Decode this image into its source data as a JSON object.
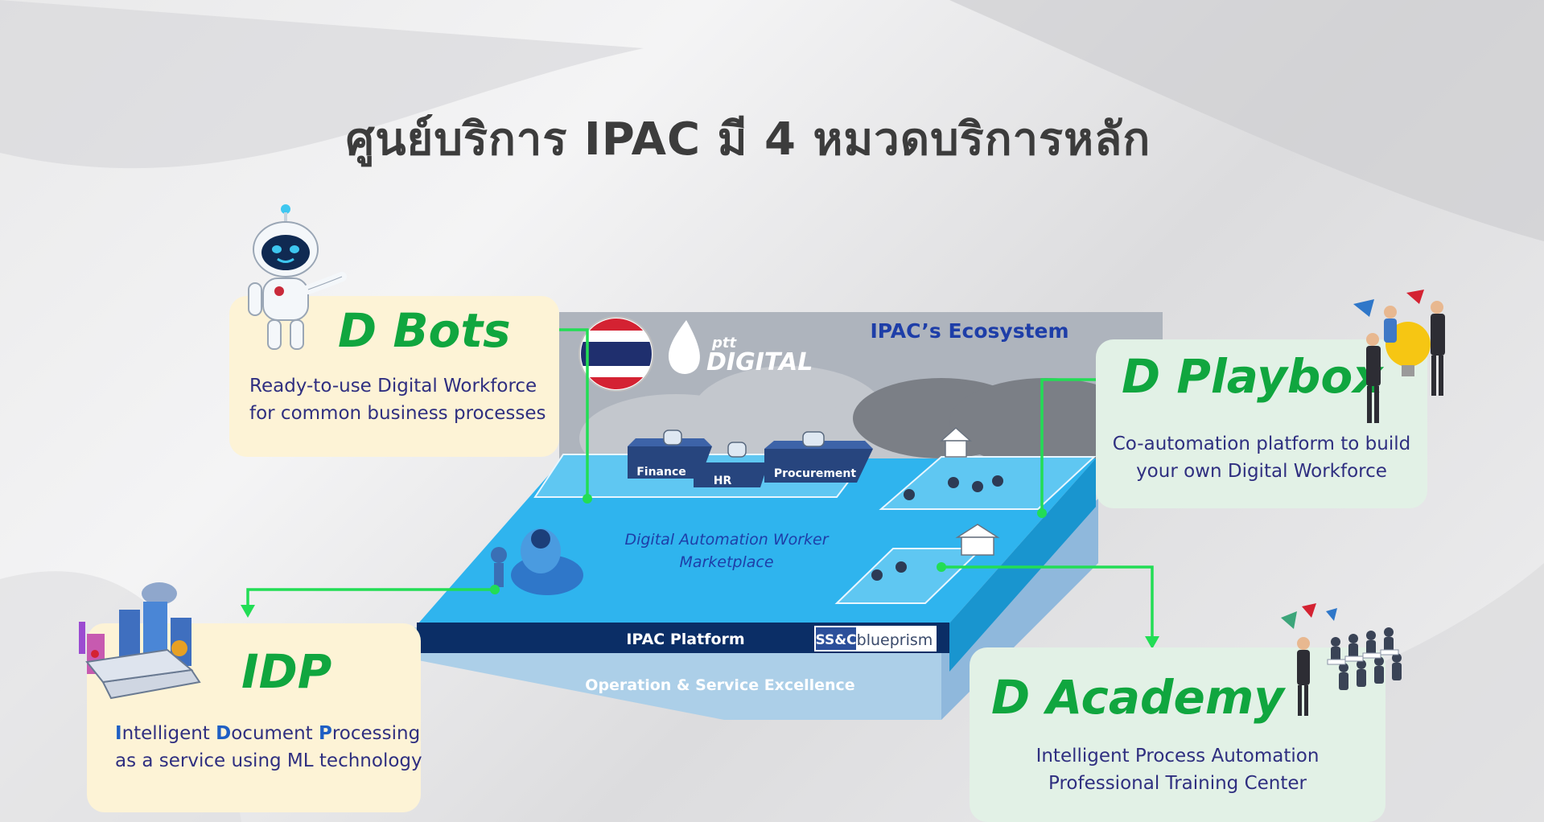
{
  "title": "ศูนย์บริการ IPAC มี 4 หมวดบริการหลัก",
  "ecosystem": {
    "label": "IPAC’s Ecosystem",
    "brand_small": "ptt",
    "brand_large": "DIGITAL",
    "modules": [
      "Finance",
      "HR",
      "Procurement"
    ],
    "marketplace_line1": "Digital Automation Worker",
    "marketplace_line2": "Marketplace",
    "platform_label": "IPAC Platform",
    "partner1": "SS&C",
    "partner2": "blueprism",
    "operation_label": "Operation & Service Excellence"
  },
  "cards": {
    "dbots": {
      "title": "D Bots",
      "line1": "Ready-to-use Digital Workforce",
      "line2": "for common business  processes"
    },
    "dplaybox": {
      "title": "D Playbox",
      "line1": "Co-automation platform  to build",
      "line2": "your own Digital Workforce"
    },
    "idp": {
      "title": "IDP",
      "i": "I",
      "i_rest": "ntelligent ",
      "d": "D",
      "d_rest": "ocument ",
      "p": "P",
      "p_rest": "rocessing",
      "line2": "as a service using ML technology"
    },
    "dacademy": {
      "title": "D Academy",
      "line1": "Intelligent Process Automation",
      "line2": "Professional Training Center"
    }
  },
  "colors": {
    "accent_green": "#10a63f",
    "connector_green": "#22dd55",
    "platform_blue": "#29b6f0",
    "platform_dark": "#0b2e66",
    "text_navy": "#2f2f80"
  }
}
